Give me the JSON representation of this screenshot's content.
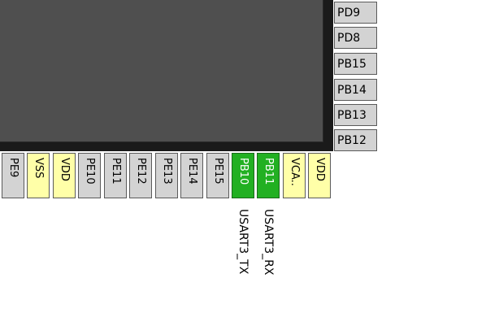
{
  "right_pins": [
    {
      "label": "PD9",
      "type": "signal"
    },
    {
      "label": "PD8",
      "type": "signal"
    },
    {
      "label": "PB15",
      "type": "signal"
    },
    {
      "label": "PB14",
      "type": "signal"
    },
    {
      "label": "PB13",
      "type": "signal"
    },
    {
      "label": "PB12",
      "type": "signal"
    }
  ],
  "bottom_pins": [
    {
      "label": "PE9",
      "type": "signal"
    },
    {
      "label": "VSS",
      "type": "power"
    },
    {
      "label": "VDD",
      "type": "power"
    },
    {
      "label": "PE10",
      "type": "signal"
    },
    {
      "label": "PE11",
      "type": "signal"
    },
    {
      "label": "PE12",
      "type": "signal"
    },
    {
      "label": "PE13",
      "type": "signal"
    },
    {
      "label": "PE14",
      "type": "signal"
    },
    {
      "label": "PE15",
      "type": "signal"
    },
    {
      "label": "PB10",
      "type": "active",
      "signal": "USART3_TX"
    },
    {
      "label": "PB11",
      "type": "active",
      "signal": "USART3_RX"
    },
    {
      "label": "VCA..",
      "type": "power"
    },
    {
      "label": "VDD",
      "type": "power"
    }
  ],
  "colors": {
    "chip_body": "#4f4f4f",
    "signal_pin": "#d3d3d3",
    "power_pin": "#ffffa8",
    "active_pin": "#22b022"
  }
}
